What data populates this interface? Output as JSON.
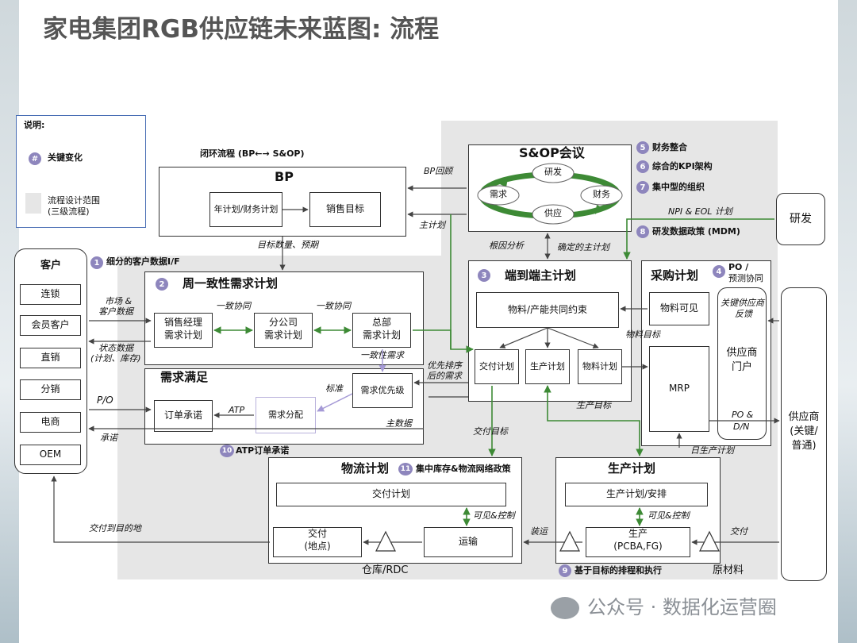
{
  "title": "家电集团RGB供应链未来蓝图: 流程",
  "legend": {
    "header": "说明:",
    "badge_symbol": "#",
    "key_change": "关键变化",
    "scope_line1": "流程设计范围",
    "scope_line2": "(三级流程)"
  },
  "closed_loop": "闭环流程 (BP←→ S&OP)",
  "bp": {
    "title": "BP",
    "annual_plan": "年计划/财务计划",
    "sales_target": "销售目标"
  },
  "sop": {
    "title": "S&OP会议",
    "rd": "研发",
    "demand": "需求",
    "finance": "财务",
    "supply": "供应"
  },
  "key_changes": {
    "k1": "细分的客户数据I/F",
    "k4_line1": "PO /",
    "k4_line2": "预测协同",
    "k5": "财务整合",
    "k6": "综合的KPI架构",
    "k7": "集中型的组织",
    "k8": "研发数据政策 (MDM)",
    "k9": "基于目标的排程和执行",
    "k10": "ATP订单承诺",
    "k11": "集中库存&物流网络政策"
  },
  "badges": {
    "b1": "1",
    "b2": "2",
    "b3": "3",
    "b4": "4",
    "b5": "5",
    "b6": "6",
    "b7": "7",
    "b8": "8",
    "b9": "9",
    "b10": "10",
    "b11": "11"
  },
  "customer": {
    "title": "客户",
    "items": [
      "连锁",
      "会员客户",
      "直销",
      "分销",
      "电商",
      "OEM"
    ]
  },
  "demand_plan": {
    "title": "周一致性需求计划",
    "sales_mgr_line1": "销售经理",
    "sales_mgr_line2": "需求计划",
    "branch_line1": "分公司",
    "branch_line2": "需求计划",
    "hq_line1": "总部",
    "hq_line2": "需求计划",
    "align1": "一致协同",
    "align2": "一致协同",
    "consistent_demand": "一致性需求"
  },
  "fulfillment": {
    "title": "需求满足",
    "order_promise": "订单承诺",
    "allocation": "需求分配",
    "priority": "需求优先级",
    "atp": "ATP",
    "standard": "标准",
    "master_data": "主数据"
  },
  "e2e": {
    "title": "端到端主计划",
    "constraint": "物料/产能共同约束",
    "delivery_plan": "交付计划",
    "production_plan": "生产计划",
    "material_plan": "物料计划"
  },
  "procurement": {
    "title": "采购计划",
    "material_visible": "物料可见",
    "mrp": "MRP",
    "portal_line1": "供应商",
    "portal_line2": "门户",
    "key_supplier_fb_line1": "关键供应商",
    "key_supplier_fb_line2": "反馈",
    "po_dn_line1": "PO &",
    "po_dn_line2": "D/N"
  },
  "logistics": {
    "title": "物流计划",
    "delivery_plan": "交付计划",
    "delivery_line1": "交付",
    "delivery_line2": "(地点)",
    "transport": "运输",
    "visible_control": "可见&控制",
    "warehouse": "仓库/RDC"
  },
  "production": {
    "title": "生产计划",
    "plan_schedule": "生产计划/安排",
    "prod_line1": "生产",
    "prod_line2": "(PCBA,FG)",
    "visible_control": "可见&控制",
    "raw_material": "原材料"
  },
  "rd_box": "研发",
  "supplier": {
    "line1": "供应商",
    "line2": "(关键/",
    "line3": "普通)"
  },
  "flows": {
    "bp_feedback": "BP回顾",
    "master_plan": "主计划",
    "target_qty_line1": "目标数量、预期",
    "root_cause": "根因分析",
    "confirmed_plan": "确定的主计划",
    "npi_eol": "NPI & EOL 计划",
    "market_line1": "市场 &",
    "market_line2": "客户数据",
    "status_line1": "状态数据",
    "status_line2": "(计划、库存)",
    "po": "P/O",
    "promise": "承诺",
    "priority_line1": "优先排序",
    "priority_line2": "后的需求",
    "material_target": "物料目标",
    "production_target": "生产目标",
    "delivery_target": "交付目标",
    "daily_plan": "日生产计划",
    "shipping": "装运",
    "delivery_dest": "交付到目的地",
    "delivery": "交付"
  },
  "watermark": "公众号 · 数据化运营圈"
}
